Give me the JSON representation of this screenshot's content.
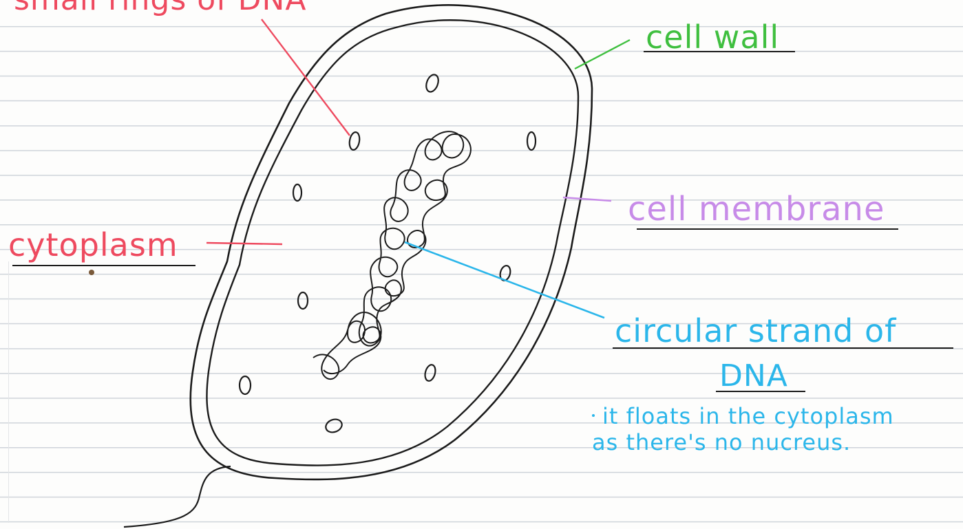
{
  "labels": {
    "top_partial": "small rings of DNA",
    "cell_wall": "cell wall",
    "cell_membrane": "cell membrane",
    "cytoplasm": "cytoplasm",
    "dna_line1": "circular strand of",
    "dna_line2": "DNA",
    "note_line1": "it floats in the cytoplasm",
    "note_line2": "as there's no nucreus."
  },
  "colors": {
    "plasmid_label": "#ee4a5f",
    "cell_wall_label": "#3fbf3f",
    "cell_membrane_label": "#c78be8",
    "cytoplasm_label": "#ee4a5f",
    "dna_label": "#2bb6ea",
    "ink": "#1b1b1b"
  }
}
